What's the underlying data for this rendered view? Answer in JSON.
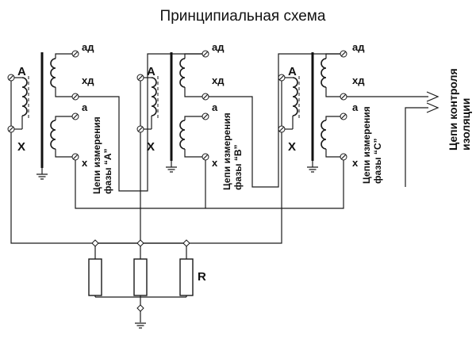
{
  "title": "Принципиальная схема",
  "transformers": [
    {
      "primary_top": "A",
      "primary_bottom": "X",
      "sec1_top": "ад",
      "sec1_bottom": "хд",
      "sec2_top": "а",
      "sec2_bottom": "х",
      "circuit_line1": "Цепи измерения",
      "circuit_line2": "фазы “A”"
    },
    {
      "primary_top": "A",
      "primary_bottom": "X",
      "sec1_top": "ад",
      "sec1_bottom": "хд",
      "sec2_top": "а",
      "sec2_bottom": "х",
      "circuit_line1": "Цепи измерения",
      "circuit_line2": "фазы “B”"
    },
    {
      "primary_top": "A",
      "primary_bottom": "X",
      "sec1_top": "ад",
      "sec1_bottom": "хд",
      "sec2_top": "а",
      "sec2_bottom": "х",
      "circuit_line1": "Цепи измерения",
      "circuit_line2": "фазы “C”"
    }
  ],
  "insulation": {
    "line1": "Цепи контроля",
    "line2": "изоляции"
  },
  "resistor_label": "R"
}
